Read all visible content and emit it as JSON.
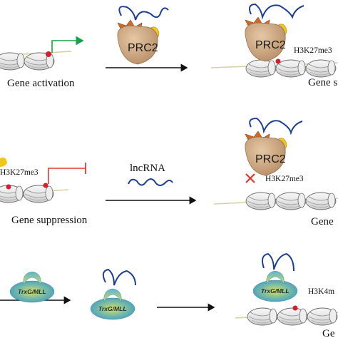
{
  "row1": {
    "left_label": "Gene activation",
    "complex_label": "PRC2",
    "mark_label": "H3K27me3",
    "right_label": "Gene s"
  },
  "row2": {
    "mark_label": "H3K27me3",
    "left_label": "Gene suppression",
    "arrow_label": "lncRNA",
    "complex_label": "PRC2",
    "blocked_mark_label": "H3K27me3",
    "right_label": "Gene"
  },
  "row3": {
    "complex_label_a": "TrxG/MLL",
    "complex_label_b": "TrxG/MLL",
    "complex_label_c": "TrxG/MLL",
    "mark_label": "H3K4m",
    "right_label": "Ge"
  },
  "colors": {
    "activation_arrow": "#19a04b",
    "repression_arrow": "#e03a2f",
    "prc2_body": "#c9a17a",
    "prc2_cap": "#cc6a2c",
    "prc2_wing": "#f0c61c",
    "rna": "#1d3f8f",
    "histone_mark": "#d21f2a",
    "x_mark": "#e03a2f",
    "trxg_body": "#5aa9c8",
    "trxg_glow": "#d6df4f",
    "dna": "#d6d09a"
  }
}
